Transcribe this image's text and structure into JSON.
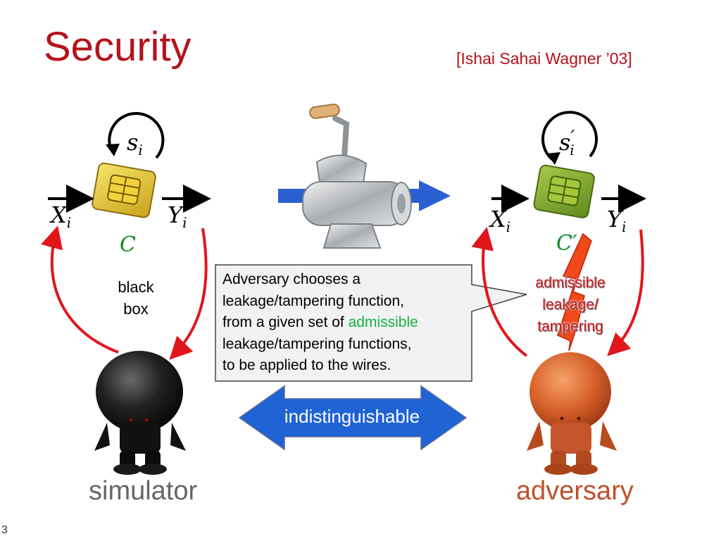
{
  "slide": {
    "title": "Security",
    "citation": "[Ishai Sahai Wagner ’03]",
    "page_number": "3"
  },
  "left_circuit": {
    "state_base": "s",
    "state_sub": "i",
    "input_base": "X",
    "input_sub": "i",
    "output_base": "Y",
    "output_sub": "i",
    "circuit": "C",
    "box_label_line1": "black",
    "box_label_line2": "box"
  },
  "right_circuit": {
    "state_base": "s",
    "state_sub": "i",
    "state_prime": "′",
    "input_base": "X",
    "input_sub": "i",
    "output_base": "Y",
    "output_sub": "i",
    "circuit": "C′"
  },
  "callout": {
    "line1": "Adversary chooses a",
    "line2": "leakage/tampering function,",
    "line3_prefix": "from a given set of ",
    "line3_highlight": "admissible",
    "line4": "leakage/tampering functions,",
    "line5": "to be applied to the wires."
  },
  "admissible_label": {
    "line1": "admissible",
    "line2": "leakage/",
    "line3": "tampering"
  },
  "indistinguishable": "indistinguishable",
  "simulator": "simulator",
  "adversary": "adversary",
  "colors": {
    "title_red": "#b5121b",
    "math_green": "#0b8a24",
    "highlight_green": "#14b340",
    "arrow_red": "#e0161c",
    "arrow_blue": "#1a5ec8",
    "adversary_orange": "#c0502a"
  }
}
